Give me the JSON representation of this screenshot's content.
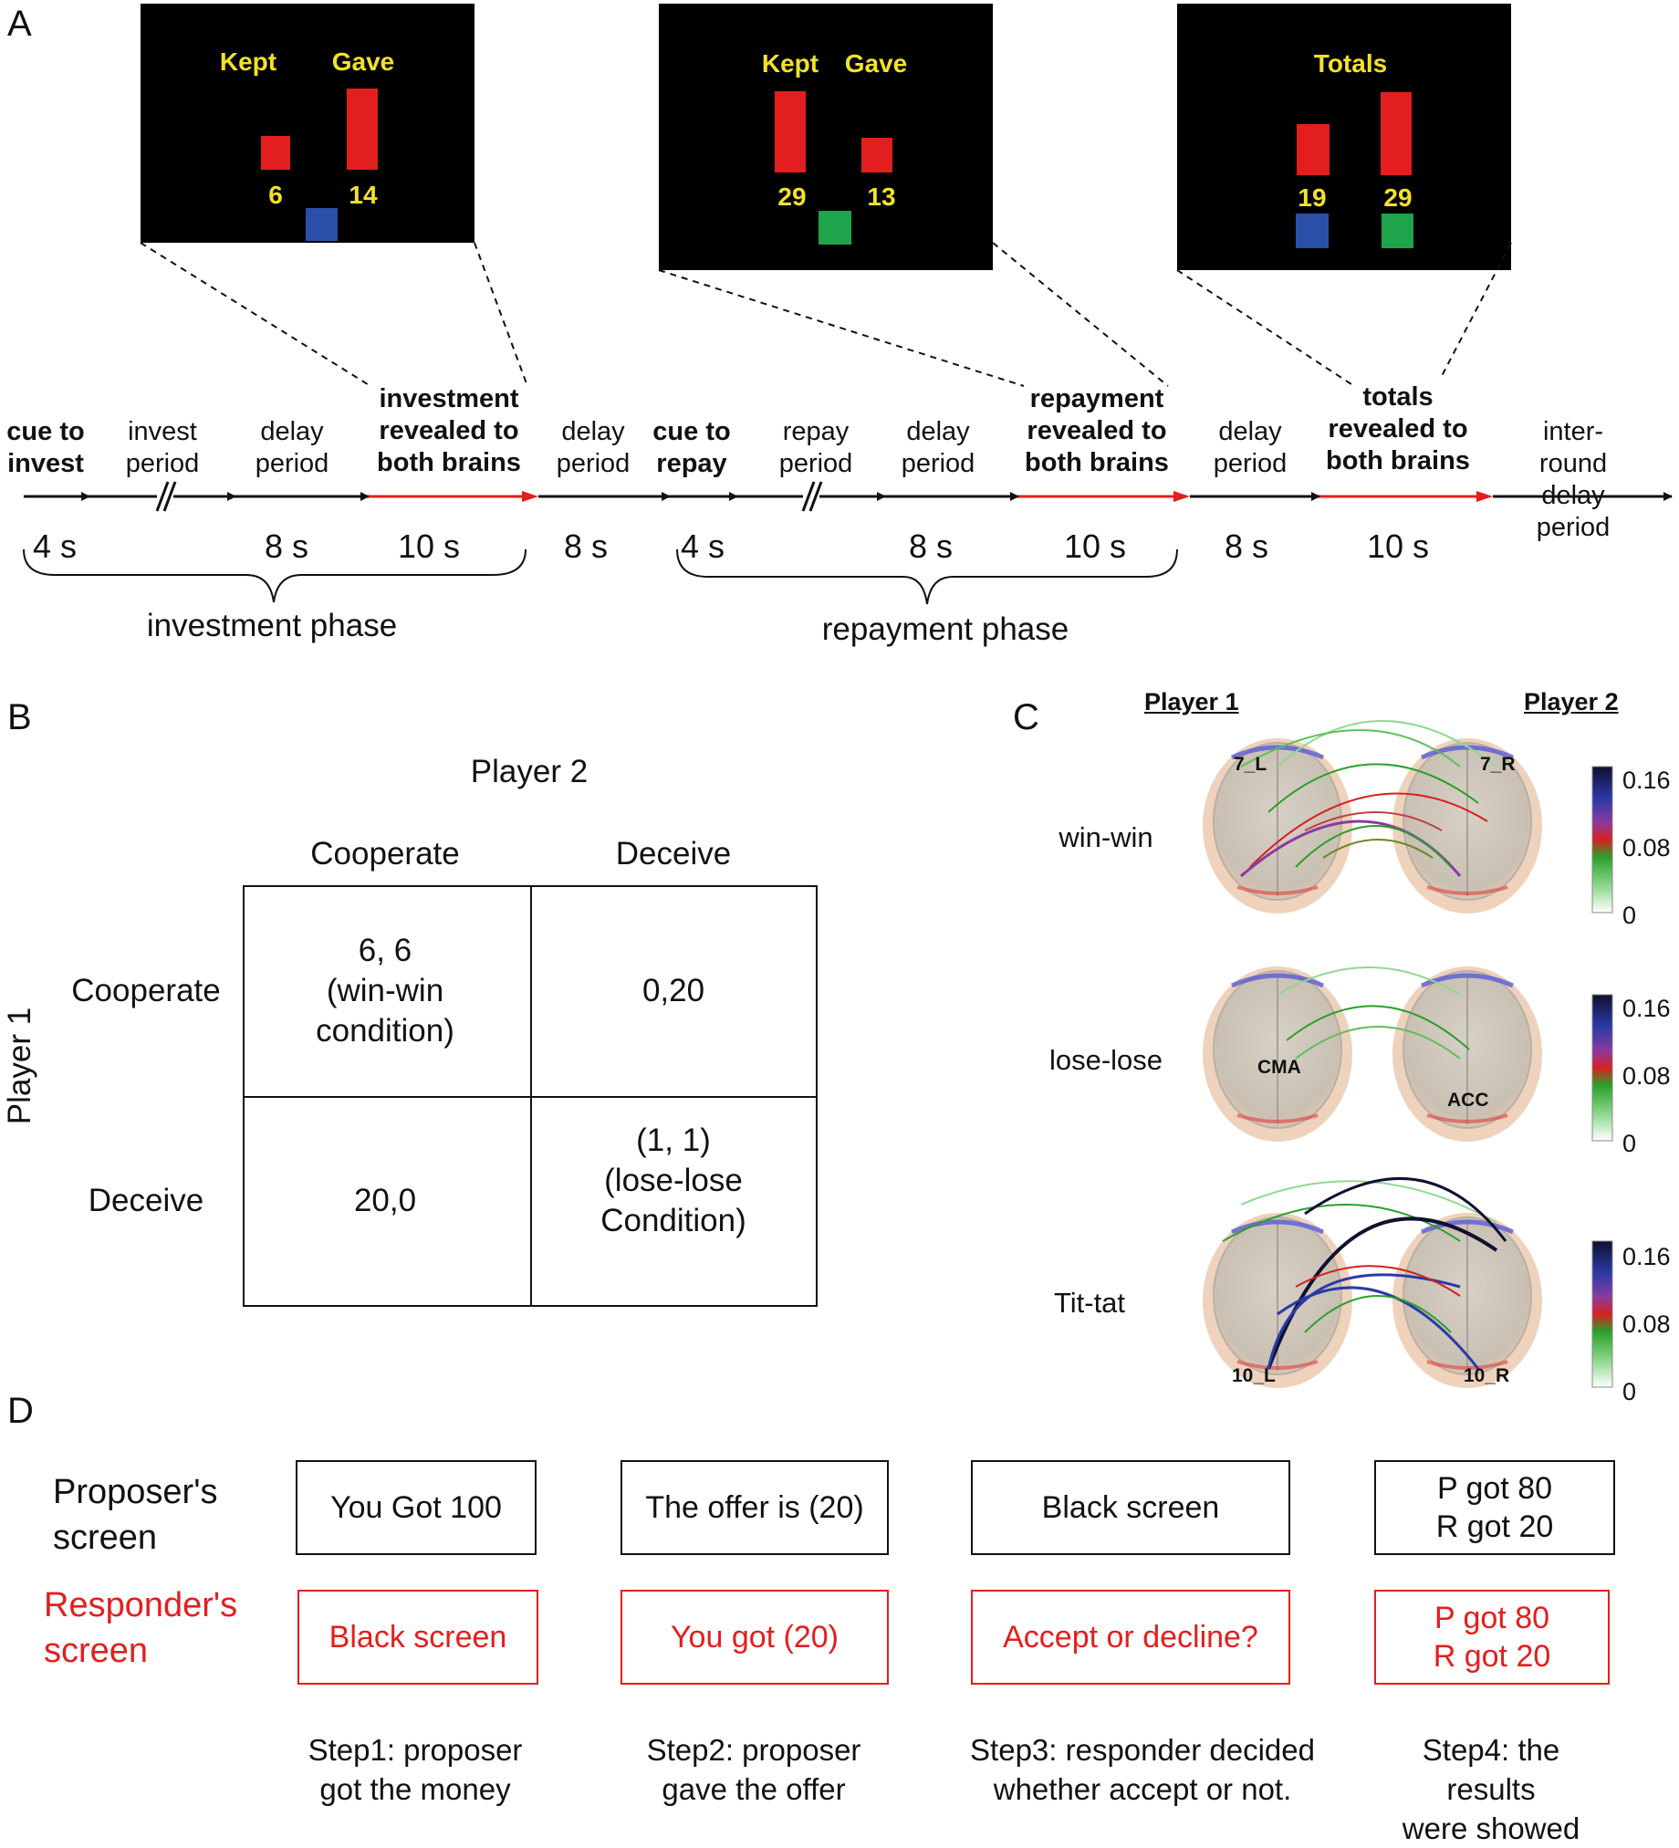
{
  "panel_a": {
    "letter": "A",
    "screens": [
      {
        "labels": [
          "Kept",
          "Gave"
        ],
        "numbers": [
          "6",
          "14"
        ]
      },
      {
        "labels": [
          "Kept",
          "Gave"
        ],
        "numbers": [
          "29",
          "13"
        ]
      },
      {
        "labels": [
          "Totals"
        ],
        "numbers": [
          "19",
          "29"
        ]
      }
    ],
    "timeline_labels": [
      {
        "text": "cue to\ninvest",
        "bold": true
      },
      {
        "text": "invest\nperiod",
        "bold": false
      },
      {
        "text": "delay\nperiod",
        "bold": false
      },
      {
        "text": "investment\nrevealed to\nboth brains",
        "bold": true
      },
      {
        "text": "delay\nperiod",
        "bold": false
      },
      {
        "text": "cue to\nrepay",
        "bold": true
      },
      {
        "text": "repay\nperiod",
        "bold": false
      },
      {
        "text": "delay\nperiod",
        "bold": false
      },
      {
        "text": "repayment\nrevealed to\nboth brains",
        "bold": true
      },
      {
        "text": "delay\nperiod",
        "bold": false
      },
      {
        "text": "totals\nrevealed to\nboth brains",
        "bold": true
      },
      {
        "text": "inter-round\ndelay period",
        "bold": false
      }
    ],
    "durations": [
      "4 s",
      "8 s",
      "10 s",
      "8 s",
      "4 s",
      "8 s",
      "10 s",
      "8 s",
      "10 s"
    ],
    "phases": [
      "investment phase",
      "repayment phase"
    ],
    "colors": {
      "red": "#e31e1e",
      "blue": "#2a4fa8",
      "green": "#1ea54b",
      "yellow": "#f2e12a"
    }
  },
  "panel_b": {
    "letter": "B",
    "player2": "Player 2",
    "player1": "Player 1",
    "col_headers": [
      "Cooperate",
      "Deceive"
    ],
    "row_headers": [
      "Cooperate",
      "Deceive"
    ],
    "cells": [
      "6, 6\n(win-win\ncondition)",
      "0,20",
      "20,0",
      "(1, 1)\n(lose-lose\nCondition)"
    ]
  },
  "panel_c": {
    "letter": "C",
    "player1": "Player 1",
    "player2": "Player 2",
    "conditions": [
      "win-win",
      "lose-lose",
      "Tit-tat"
    ],
    "region_labels": [
      [
        "7_L",
        "7_R"
      ],
      [
        "CMA",
        "ACC"
      ],
      [
        "10_L",
        "10_R"
      ]
    ],
    "colorbar_ticks": [
      "0.16",
      "0.08",
      "0"
    ]
  },
  "panel_d": {
    "letter": "D",
    "proposer_label": "Proposer's\nscreen",
    "responder_label": "Responder's\nscreen",
    "proposer_boxes": [
      "You Got 100",
      "The offer is (20)",
      "Black screen",
      "P got 80\nR got 20"
    ],
    "responder_boxes": [
      "Black screen",
      "You got (20)",
      "Accept or decline?",
      "P got 80\nR got 20"
    ],
    "steps": [
      "Step1: proposer\ngot the money",
      "Step2: proposer\ngave the offer",
      "Step3: responder decided\nwhether accept or not.",
      "Step4: the results\nwere showed"
    ]
  }
}
